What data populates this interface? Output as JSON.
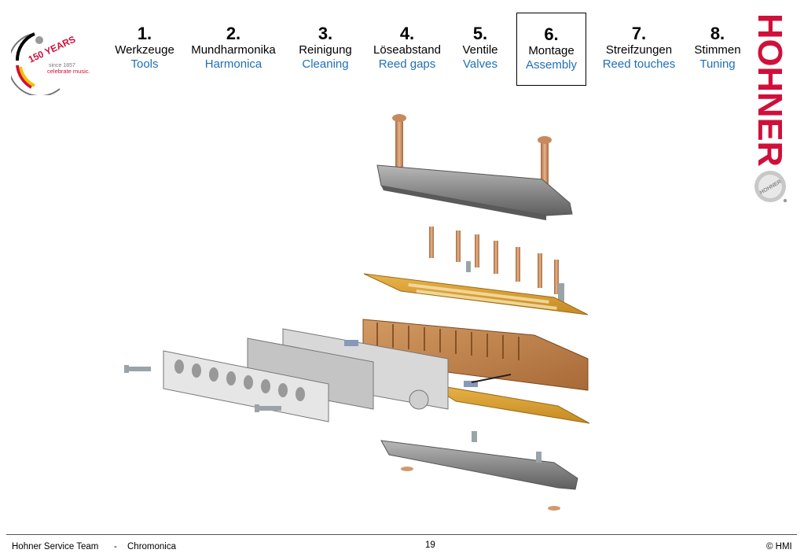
{
  "logo": {
    "years": "150 YEARS",
    "since": "since 1857",
    "tagline": "celebrate music."
  },
  "nav": [
    {
      "num": "1.",
      "de": "Werkzeuge",
      "en": "Tools",
      "active": false
    },
    {
      "num": "2.",
      "de": "Mundharmonika",
      "en": "Harmonica",
      "active": false
    },
    {
      "num": "3.",
      "de": "Reinigung",
      "en": "Cleaning",
      "active": false
    },
    {
      "num": "4.",
      "de": "Löseabstand",
      "en": "Reed gaps",
      "active": false
    },
    {
      "num": "5.",
      "de": "Ventile",
      "en": "Valves",
      "active": false
    },
    {
      "num": "6.",
      "de": "Montage",
      "en": "Assembly",
      "active": true
    },
    {
      "num": "7.",
      "de": "Streifzungen",
      "en": "Reed touches",
      "active": false
    },
    {
      "num": "8.",
      "de": "Stimmen",
      "en": "Tuning",
      "active": false
    }
  ],
  "brand": {
    "name": "HOHNER",
    "badge": "HOHNER"
  },
  "footer": {
    "team": "Hohner Service Team",
    "sep": "-",
    "product": "Chromonica",
    "page": "19",
    "copyright": "© HMI"
  },
  "colors": {
    "accent_blue": "#1f6fb5",
    "brand_red": "#d0103a",
    "reed_plate": "#d9a23a",
    "comb_wood": "#c98a52"
  }
}
